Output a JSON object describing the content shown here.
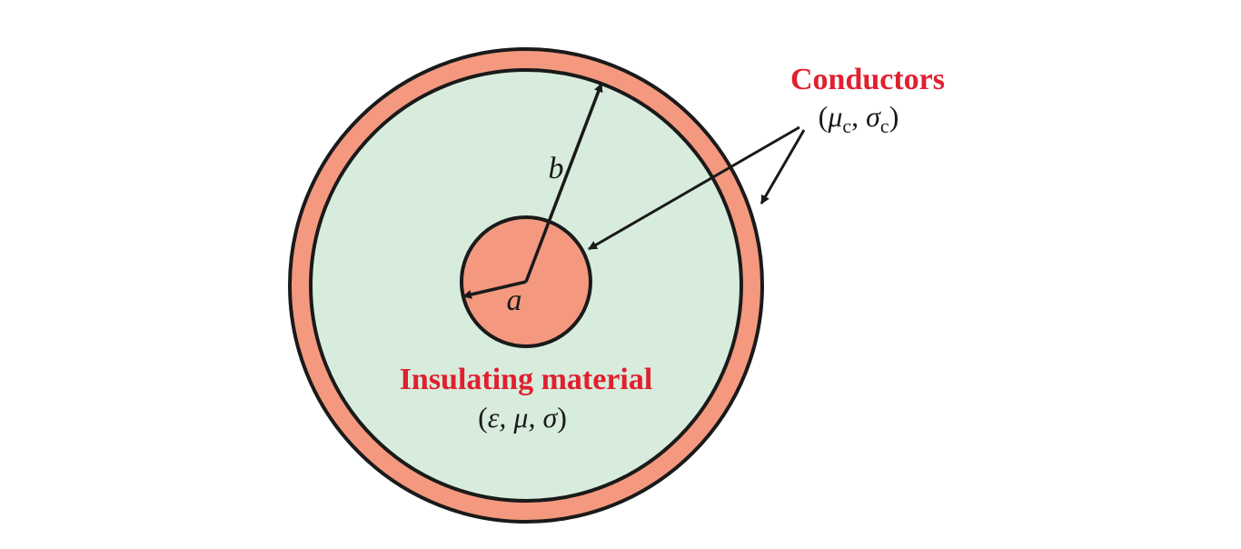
{
  "colors": {
    "conductor_fill": "#F4997F",
    "insulator_fill": "#D7ECDD",
    "stroke": "#1A1A1A",
    "label_red": "#E0202F",
    "text_dark": "#1A1A1A",
    "background": "#FFFFFF"
  },
  "labels": {
    "conductors_title": "Conductors",
    "conductors_params": {
      "open": "(",
      "mu": "μ",
      "mu_sub": "c",
      "sep": ", ",
      "sigma": "σ",
      "sigma_sub": "c",
      "close": ")"
    },
    "insulator_title": "Insulating material",
    "insulator_params": {
      "open": "(",
      "body": "ε, μ, σ",
      "close": ")"
    },
    "inner_radius": "a",
    "outer_radius": "b"
  }
}
